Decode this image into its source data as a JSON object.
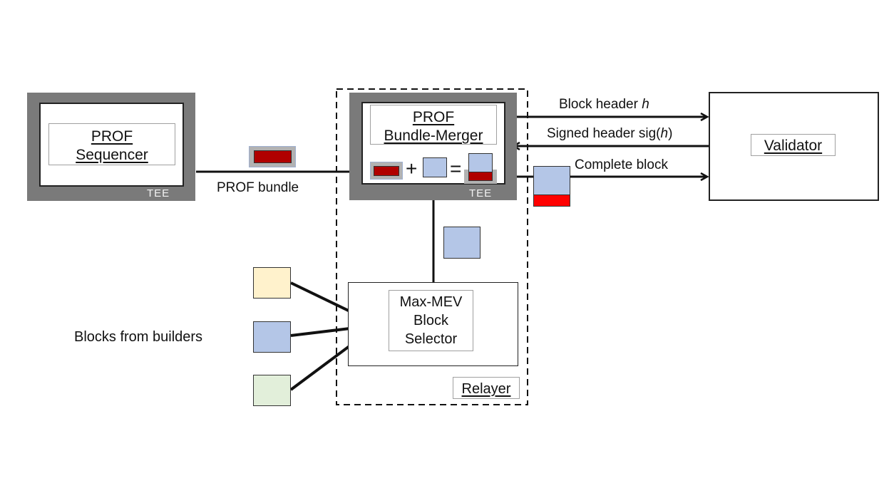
{
  "diagram": {
    "sequencer": {
      "title_line1": "PROF",
      "title_line2": "Sequencer",
      "tee_label": "TEE"
    },
    "bundle_merger": {
      "title_line1": "PROF",
      "title_line2": "Bundle-Merger",
      "tee_label": "TEE",
      "equation_plus": "+",
      "equation_equals": "="
    },
    "validator": {
      "title": "Validator"
    },
    "relayer": {
      "label": "Relayer"
    },
    "selector": {
      "line1": "Max-MEV",
      "line2": "Block",
      "line3": "Selector"
    },
    "edges": {
      "prof_bundle": "PROF bundle",
      "block_header_prefix": "Block header ",
      "block_header_var": "h",
      "signed_header_prefix": "Signed header sig(",
      "signed_header_var": "h",
      "signed_header_suffix": ")",
      "complete_block": "Complete block"
    },
    "builders_label": "Blocks from builders",
    "colors": {
      "tee_grey": "#7a7a7a",
      "block_blue": "#b4c6e7",
      "block_yellow": "#fff2cc",
      "block_green": "#e2efda",
      "bundle_dark_red": "#b00000",
      "bundle_red": "#ff0000"
    }
  }
}
